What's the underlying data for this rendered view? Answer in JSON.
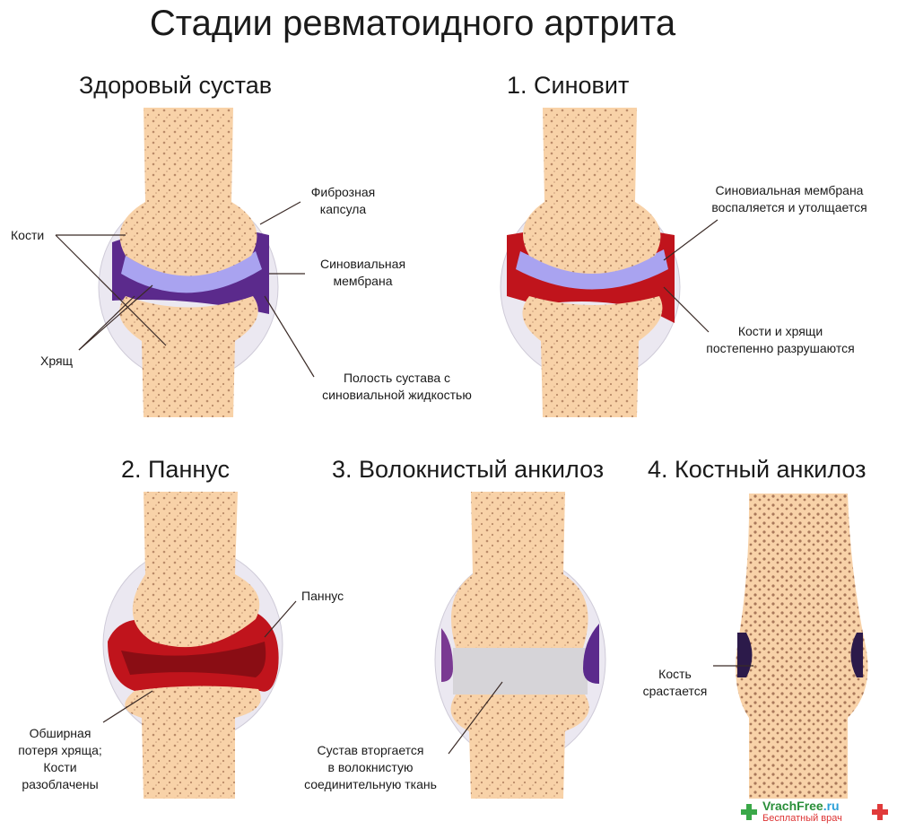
{
  "title": "Стадии ревматоидного артрита",
  "panels": {
    "healthy": {
      "heading": "Здоровый сустав",
      "labels": {
        "bones": "Кости",
        "cartilage": "Хрящ",
        "fibrous_capsule_1": "Фиброзная",
        "fibrous_capsule_2": "капсула",
        "synovial_membrane_1": "Синовиальная",
        "synovial_membrane_2": "мембрана",
        "cavity_1": "Полость сустава с",
        "cavity_2": "синовиальной жидкостью"
      }
    },
    "synovitis": {
      "heading": "1. Синовит",
      "labels": {
        "membrane_1": "Синовиальная мембрана",
        "membrane_2": "воспаляется и утолщается",
        "destroy_1": "Кости и хрящи",
        "destroy_2": "постепенно разрушаются"
      }
    },
    "pannus": {
      "heading": "2. Паннус",
      "labels": {
        "pannus": "Паннус",
        "loss_1": "Обширная",
        "loss_2": "потеря хряща;",
        "loss_3": "Кости",
        "loss_4": "разоблачены"
      }
    },
    "fibrous": {
      "heading": "3. Волокнистый анкилоз",
      "labels": {
        "joint_1": "Сустав вторгается",
        "joint_2": "в волокнистую",
        "joint_3": "соединительную ткань"
      }
    },
    "bony": {
      "heading": "4. Костный анкилоз",
      "labels": {
        "fuse_1": "Кость",
        "fuse_2": "срастается"
      }
    }
  },
  "watermark": {
    "brand": "VrachFree",
    "tld": ".ru",
    "tagline": "Бесплатный врач"
  },
  "colors": {
    "bone": "#f8d2a8",
    "bone_pore": "#b98a68",
    "capsule": "#e9e6f0",
    "synovial_purple": "#5b2a8c",
    "cartilage_lilac": "#a9a3f0",
    "inflamed_red": "#c0141c",
    "dark_red": "#8a0d14",
    "fibrous_gray": "#d6d4d8"
  }
}
